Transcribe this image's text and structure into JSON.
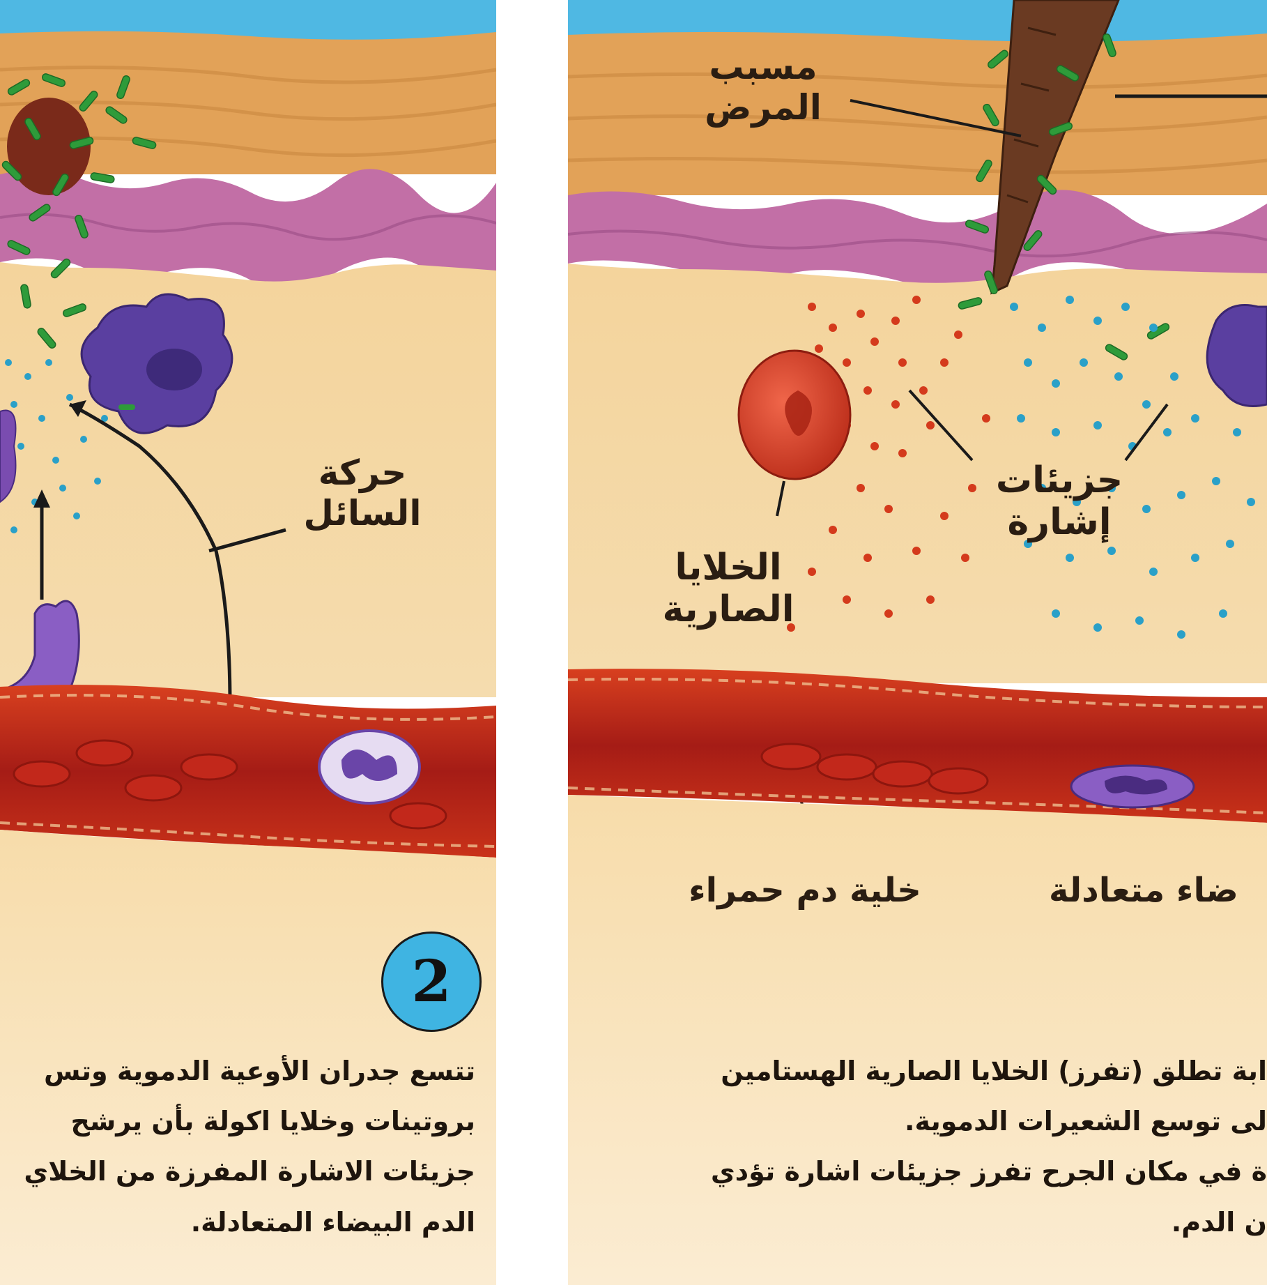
{
  "left_panel": {
    "labels": {
      "fluid_movement": "حركة\nالسائل"
    },
    "step_number": "2",
    "caption_lines": [
      "تتسع جدران الأوعية الدموية وتس",
      "بروتينات وخلايا اكولة بأن يرشح",
      "جزيئات الاشارة المفرزة من الخلاي",
      "الدم البيضاء المتعادلة."
    ]
  },
  "right_panel": {
    "labels": {
      "pathogen": "مسبب\nالمرض",
      "signal_molecules": "جزيئات\nإشارة",
      "mast_cells": "الخلايا\nالصارية",
      "red_blood_cell": "خلية دم حمراء",
      "neutrophil": "ضاء متعادلة"
    },
    "caption_lines": [
      "ابة تطلق (تفرز) الخلايا الصارية الهستامين",
      "لى توسع الشعيرات الدموية.",
      "ة في مكان الجرح تفرز جزيئات اشارة تؤدي",
      "ن الدم."
    ]
  },
  "colors": {
    "sky": "#4fb8e3",
    "epidermis": "#e2a258",
    "tissue": "#f2d39a",
    "dermis_band": "#c26fa6",
    "vessel": "#b3211a",
    "bacteria": "#2e9b3a",
    "phagocyte": "#5a3fa0",
    "mast_cell": "#d8422a",
    "signal_red": "#d43a1c",
    "signal_blue": "#2aa0c8",
    "badge": "#3fb4e2"
  }
}
